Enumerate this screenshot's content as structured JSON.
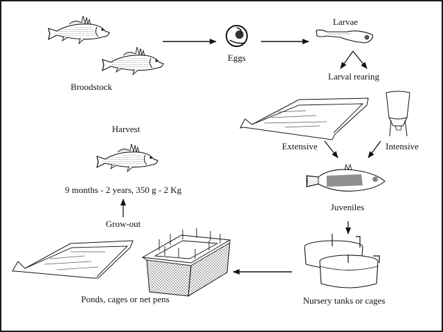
{
  "diagram": {
    "title": "Barramundi aquaculture life cycle",
    "stages": {
      "broodstock": "Broodstock",
      "eggs": "Eggs",
      "larvae": "Larvae",
      "larval_rearing": "Larval rearing",
      "extensive": "Extensive",
      "intensive": "Intensive",
      "juveniles": "Juveniles",
      "nursery": "Nursery tanks or cages",
      "growout_systems": "Ponds, cages or net pens",
      "growout": "Grow-out",
      "harvest_detail": "9 months - 2 years, 350 g - 2 Kg",
      "harvest": "Harvest"
    },
    "flow": [
      [
        "Broodstock",
        "Eggs"
      ],
      [
        "Eggs",
        "Larvae"
      ],
      [
        "Larvae",
        "Extensive"
      ],
      [
        "Larvae",
        "Intensive"
      ],
      [
        "Extensive",
        "Juveniles"
      ],
      [
        "Intensive",
        "Juveniles"
      ],
      [
        "Juveniles",
        "Nursery tanks or cages"
      ],
      [
        "Nursery tanks or cages",
        "Ponds, cages or net pens"
      ],
      [
        "Grow-out",
        "Harvest"
      ]
    ]
  }
}
